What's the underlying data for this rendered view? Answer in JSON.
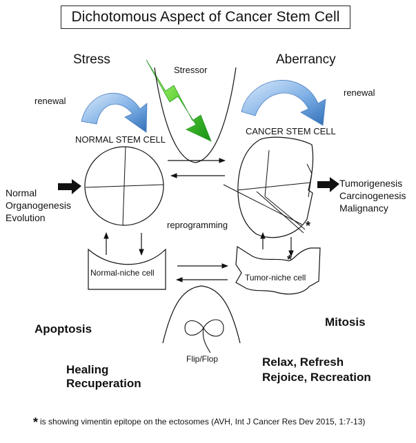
{
  "title": "Dichotomous Aspect of Cancer Stem Cell",
  "labels": {
    "stress": "Stress",
    "aberrancy": "Aberrancy",
    "stressor": "Stressor",
    "renewal_left": "renewal",
    "renewal_right": "renewal",
    "normal_stem_cell": "NORMAL STEM CELL",
    "cancer_stem_cell": "CANCER STEM CELL",
    "reprogramming": "reprogramming",
    "normal_niche": "Normal-niche cell",
    "tumor_niche": "Tumor-niche cell",
    "flip_flop": "Flip/Flop",
    "asterisk_cell": "*",
    "asterisk_niche": "*"
  },
  "left_outcomes": [
    "Normal",
    "Organogenesis",
    "Evolution"
  ],
  "right_outcomes": [
    "Tumorigenesis",
    "Carcinogenesis",
    "Malignancy"
  ],
  "states": {
    "apoptosis": "Apoptosis",
    "healing": [
      "Healing",
      "Recuperation"
    ],
    "mitosis": "Mitosis",
    "relax": [
      "Relax, Refresh",
      "Rejoice, Recreation"
    ]
  },
  "footnote": {
    "star": "*",
    "text": "is showing vimentin epitope on the ectosomes (AVH, Int J Cancer Res Dev 2015, 1:7-13)"
  },
  "colors": {
    "blue_arrow_light": "#cfe3f7",
    "blue_arrow_dark": "#2f6fb8",
    "bolt_light": "#c8f56a",
    "bolt_dark": "#1f9a1f",
    "ink": "#111111"
  }
}
